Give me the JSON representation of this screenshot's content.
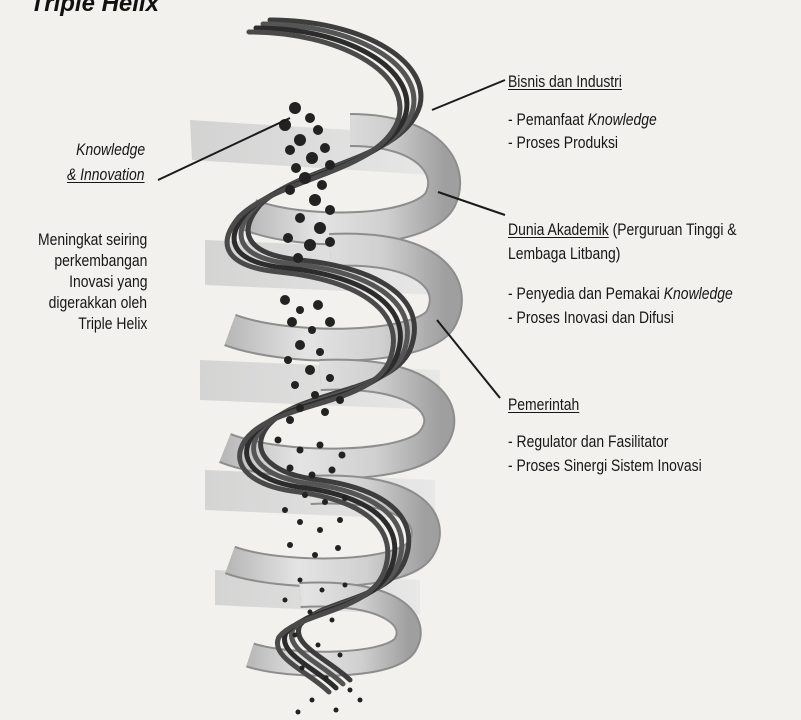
{
  "title": "Triple Helix",
  "left": {
    "knowledge_line1": "Knowledge",
    "knowledge_line2": "& Innovation",
    "note_lines": [
      "Meningkat seiring",
      "perkembangan",
      "Inovasi yang",
      "digerakkan oleh",
      "Triple Helix"
    ]
  },
  "bisnis": {
    "heading": "Bisnis dan Industri",
    "item1_prefix": "- Pemanfaat ",
    "item1_em": "Knowledge",
    "item2": "- Proses Produksi"
  },
  "akademik": {
    "heading_underlined": "Dunia Akademik",
    "heading_rest": " (Perguruan Tinggi &",
    "heading_line2": "Lembaga Litbang)",
    "item1_prefix": "- Penyedia dan Pemakai ",
    "item1_em": "Knowledge",
    "item2": "- Proses Inovasi dan Difusi"
  },
  "pemerintah": {
    "heading": "Pemerintah",
    "item1": "- Regulator dan Fasilitator",
    "item2": "- Proses Sinergi Sistem Inovasi"
  },
  "colors": {
    "ribbon_dark": "#3d3d3d",
    "ribbon_light": "#c9c9c9",
    "particle": "#222222"
  }
}
